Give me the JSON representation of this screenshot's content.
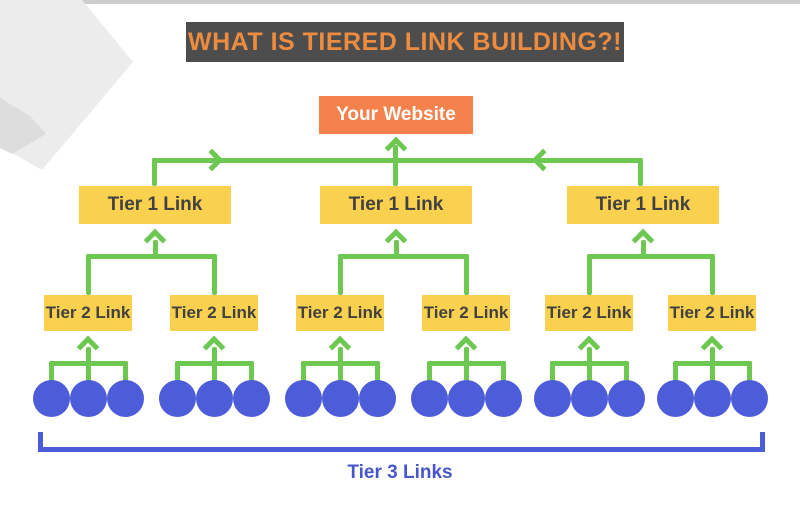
{
  "title": "WHAT IS TIERED LINK BUILDING?!",
  "nodes": {
    "root": "Your Website",
    "tier1": "Tier 1 Link",
    "tier2": "Tier 2 Link",
    "tier3_label": "Tier 3 Links"
  },
  "counts": {
    "tier1_boxes": 3,
    "tier2_boxes": 6,
    "tier3_circles": 18
  },
  "colors": {
    "title_bg": "#4d4d4d",
    "title_text": "#ed8b3e",
    "root_bg": "#f5824d",
    "root_text": "#ffffff",
    "tier_bg": "#fad14e",
    "tier_text": "#414141",
    "connector_green": "#6cc850",
    "circle_blue": "#4d5cd8",
    "bracket_blue": "#4a5cd8",
    "label_blue": "#4656cc"
  }
}
